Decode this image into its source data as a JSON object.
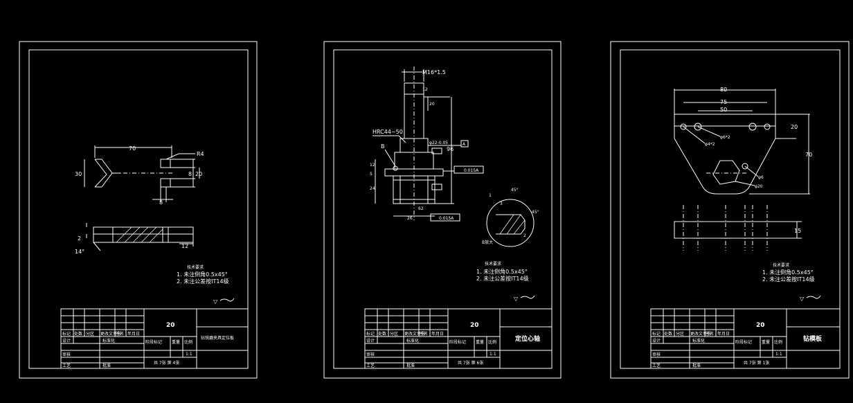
{
  "sheets": [
    {
      "drawing_no": "20",
      "part_name": "钻铣磨夹具定位板",
      "dims": {
        "length": "70",
        "radius": "R4",
        "height": "30",
        "slot": "8",
        "right_h": "20",
        "bottom": "8",
        "thick": "2",
        "angle": "14°",
        "right_t": "12"
      },
      "notes_title": "技术要求",
      "notes": [
        "1. 未注倒角0.5x45°",
        "2. 未注公差按IT14级"
      ],
      "roughness": "▽",
      "scale": "1:1",
      "sheet_info": "共 7张  第 4张"
    },
    {
      "drawing_no": "20",
      "part_name": "定位心轴",
      "dims": {
        "thread": "M16*1.5",
        "d1": "12",
        "d2": "20",
        "hrc": "HRC44~50",
        "d3": "φ22-0.05",
        "len": "96",
        "b": "B",
        "d4": "12",
        "d5": "5",
        "d6": "24",
        "d7": "26",
        "chamfer": "45°",
        "chamfer2": "45°",
        "d8": "2",
        "d9": "1",
        "tol1": "0.015A",
        "tol2": "0.015A",
        "ref": "A",
        "detail": "B放大",
        "d10": "62",
        "d11": "3"
      },
      "notes_title": "技术要求",
      "notes": [
        "1. 未注倒角0.5x45°",
        "2. 未注公差按IT14级"
      ],
      "roughness": "▽",
      "scale": "1:1",
      "sheet_info": "共 7张  第 6张"
    },
    {
      "drawing_no": "20",
      "part_name": "钻模板",
      "dims": {
        "w": "80",
        "w2": "75",
        "w3": "50",
        "h1": "20",
        "h": "70",
        "hole1": "φ6*2",
        "hole2": "φ4*2",
        "hole3": "φ6",
        "bore": "φ20",
        "thick": "15"
      },
      "notes_title": "技术要求",
      "notes": [
        "1. 未注倒角0.5x45°",
        "2. 未注公差按IT14级"
      ],
      "roughness": "▽",
      "scale": "1:1",
      "sheet_info": "共 7张  第 1张"
    }
  ],
  "title_block": {
    "row_labels": [
      "标记",
      "处数",
      "分区",
      "更改文件号",
      "签名",
      "年月日"
    ],
    "design": "设计",
    "std": "标准化",
    "check": "审核",
    "process": "工艺",
    "approve": "批准",
    "stage": "阶段标记",
    "weight": "重量",
    "ratio": "比例"
  }
}
